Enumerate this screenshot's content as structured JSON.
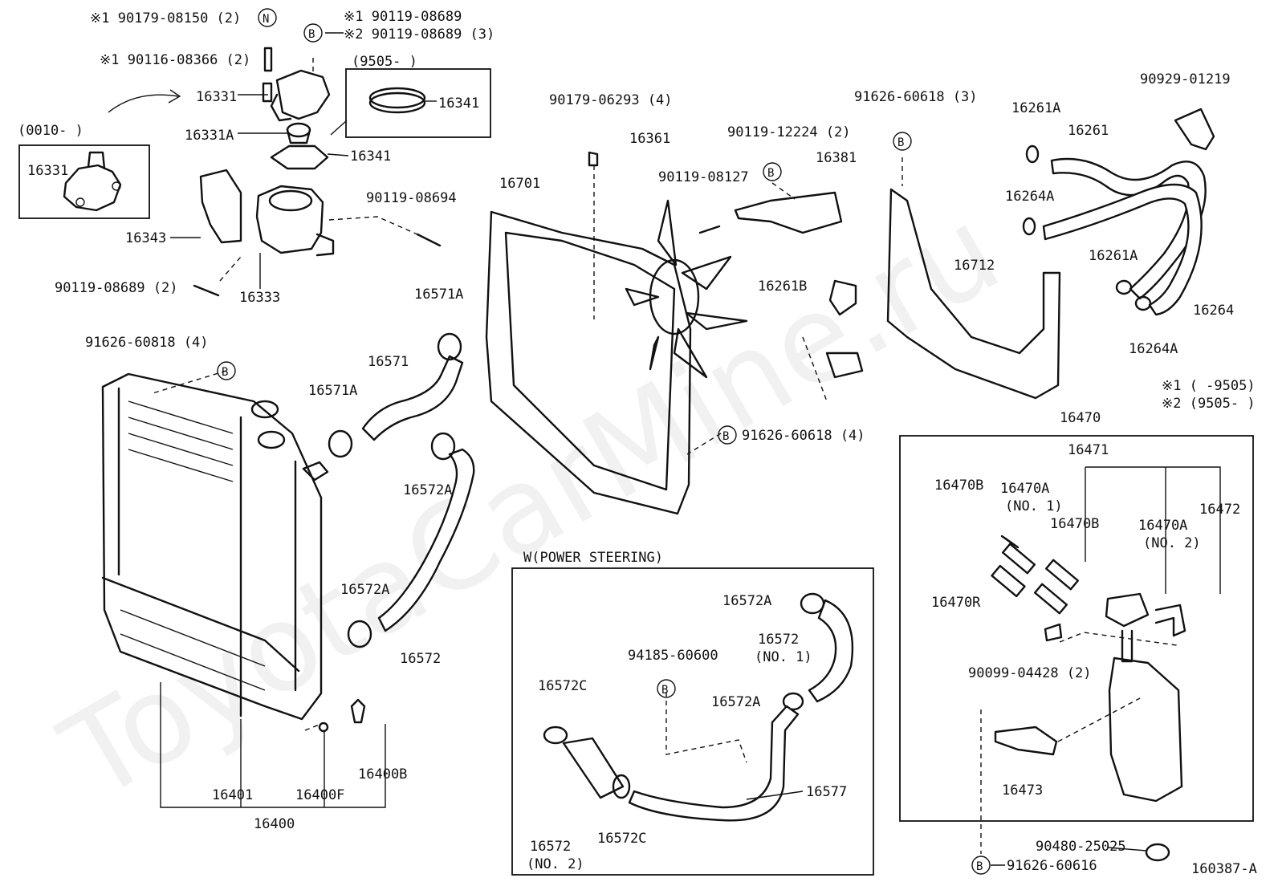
{
  "watermark": "ToyotaCarMine.ru",
  "notes": {
    "n1": "※1 (     -9505)",
    "n2": "※2 (9505-      )"
  },
  "diagram_code": "160387-A",
  "inset_thermo_label": "(0010-     )",
  "inset_gasket_label": "(9505-      )",
  "power_steering_label": "W(POWER STEERING)",
  "callout_letters": {
    "b": "B",
    "n": "N"
  },
  "labels": {
    "l1": "※1 90179-08150 (2)",
    "l2": "※1 90119-08689",
    "l3": "※2 90119-08689 (3)",
    "l4": "※1 90116-08366 (2)",
    "l5": "16331",
    "l6": "16331",
    "l7": "16331A",
    "l8": "16341",
    "l9": "16341",
    "l10": "90119-08694",
    "l11": "16343",
    "l12": "16333",
    "l13": "90119-08689 (2)",
    "l14": "91626-60818 (4)",
    "l15": "16571A",
    "l16": "16571",
    "l17": "16571A",
    "l18": "16572A",
    "l19": "16572A",
    "l20": "16572",
    "l21": "16401",
    "l22": "16400F",
    "l23": "16400B",
    "l24": "16400",
    "l25": "16701",
    "l26": "90179-06293 (4)",
    "l27": "16361",
    "l28": "90119-08127",
    "l29": "90119-12224 (2)",
    "l30": "16381",
    "l31": "91626-60618 (4)",
    "l32": "16261B",
    "l33": "91626-60618 (3)",
    "l34": "16712",
    "l35": "16261A",
    "l36": "16261",
    "l37": "16264A",
    "l38": "90929-01219",
    "l39": "16261A",
    "l40": "16264A",
    "l41": "16264",
    "l42": "16470",
    "l43": "16471",
    "l44": "16470B",
    "l45": "16470A",
    "l46": "(NO. 1)",
    "l47": "16470B",
    "l48": "16470A",
    "l49": "(NO. 2)",
    "l50": "16472",
    "l51": "16470R",
    "l52": "90099-04428 (2)",
    "l53": "16473",
    "l54": "90480-25025",
    "l55": "91626-60616",
    "l56": "16572A",
    "l57": "16572",
    "l58": "(NO. 1)",
    "l59": "94185-60600",
    "l60": "16572C",
    "l61": "16572A",
    "l62": "16577",
    "l63": "16572",
    "l64": "(NO. 2)",
    "l65": "16572C"
  }
}
